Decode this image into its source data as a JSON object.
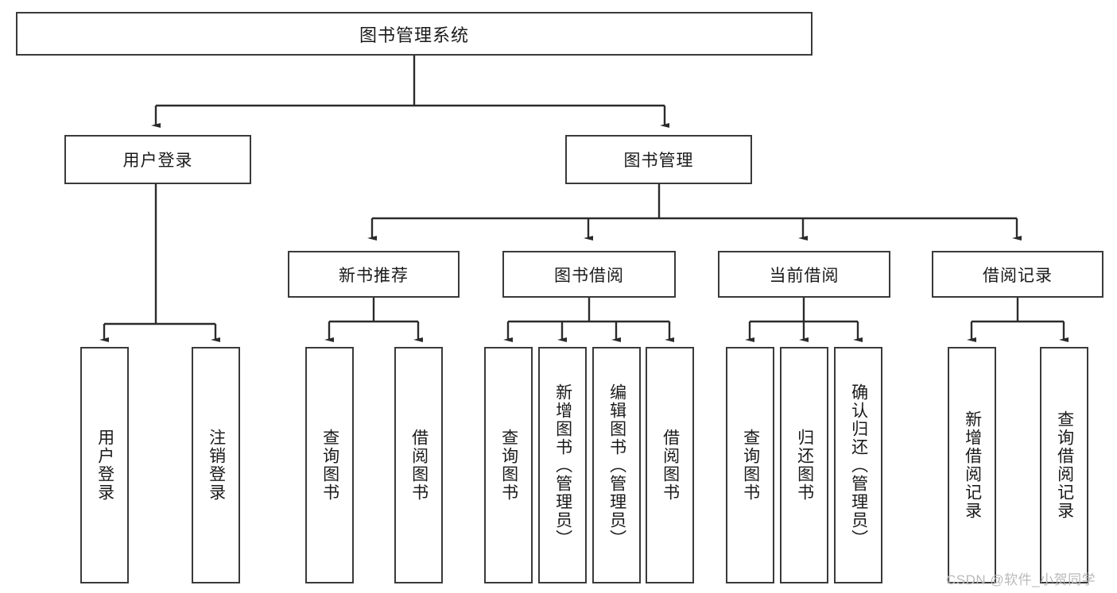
{
  "diagram": {
    "title": "图书管理系统",
    "type": "hierarchy-tree",
    "watermark": "CSDN @软件_小贺同学",
    "colors": {
      "box_border": "#3a3a3a",
      "box_fill": "#ffffff",
      "connector": "#2b2b2b",
      "text": "#1a1a1a",
      "watermark": "#b9b9b9"
    },
    "nodes": {
      "root": {
        "label": "图书管理系统"
      },
      "level2": [
        {
          "id": "user-login",
          "label": "用户登录"
        },
        {
          "id": "book-manage",
          "label": "图书管理"
        }
      ],
      "level3": [
        {
          "id": "new-book-rec",
          "label": "新书推荐"
        },
        {
          "id": "book-borrow",
          "label": "图书借阅"
        },
        {
          "id": "current-borrow",
          "label": "当前借阅"
        },
        {
          "id": "borrow-record",
          "label": "借阅记录"
        }
      ],
      "leaves": {
        "user-login": [
          {
            "id": "leaf-user-login",
            "label": "用户登录"
          },
          {
            "id": "leaf-logout",
            "label": "注销登录"
          }
        ],
        "new-book-rec": [
          {
            "id": "leaf-query-book-1",
            "label": "查询图书"
          },
          {
            "id": "leaf-borrow-book-1",
            "label": "借阅图书"
          }
        ],
        "book-borrow": [
          {
            "id": "leaf-query-book-2",
            "label": "查询图书"
          },
          {
            "id": "leaf-add-book",
            "label": "新增图书（管理员）"
          },
          {
            "id": "leaf-edit-book",
            "label": "编辑图书（管理员）"
          },
          {
            "id": "leaf-borrow-book-2",
            "label": "借阅图书"
          }
        ],
        "current-borrow": [
          {
            "id": "leaf-query-book-3",
            "label": "查询图书"
          },
          {
            "id": "leaf-return-book",
            "label": "归还图书"
          },
          {
            "id": "leaf-confirm-return",
            "label": "确认归还（管理员）"
          }
        ],
        "borrow-record": [
          {
            "id": "leaf-add-record",
            "label": "新增借阅记录"
          },
          {
            "id": "leaf-query-record",
            "label": "查询借阅记录"
          }
        ]
      }
    }
  }
}
